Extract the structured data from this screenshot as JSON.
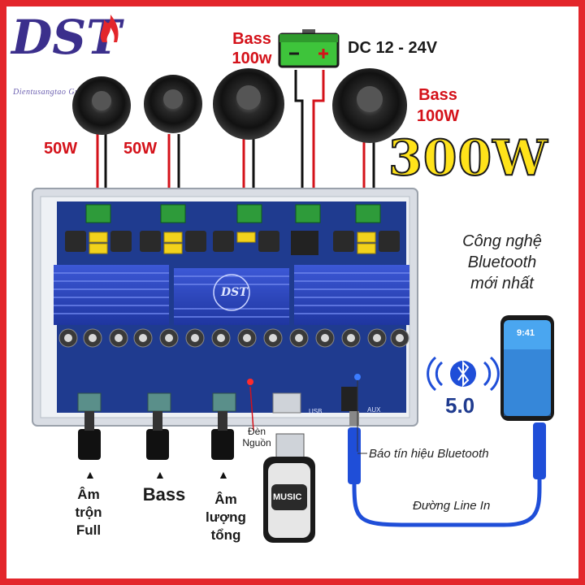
{
  "logo": {
    "letters": "DST",
    "sub": "Dientusangtao Group"
  },
  "speakers": {
    "left1": "50W",
    "left2": "50W",
    "bass_top_line1": "Bass",
    "bass_top_line2": "100w",
    "bass_right_line1": "Bass",
    "bass_right_line2": "100W"
  },
  "power": {
    "label": "DC 12 - 24V",
    "minus": "−",
    "plus": "+"
  },
  "headline": "300W",
  "bluetooth": {
    "feature_line1": "Công nghệ",
    "feature_line2": "Bluetooth",
    "feature_line3": "mới nhất",
    "version": "5.0",
    "signal_label": "Báo tín hiệu Bluetooth"
  },
  "phone": {
    "time": "9:41"
  },
  "board": {
    "brand": "DST",
    "usb": "USB",
    "aux": "AUX"
  },
  "knobs": {
    "k1_line1": "Âm",
    "k1_line2": "trộn",
    "k1_line3": "Full",
    "k2": "Bass",
    "k3_line1": "Âm",
    "k3_line2": "lượng",
    "k3_line3": "tổng",
    "arrow": "▲"
  },
  "power_led": {
    "line1": "Đèn",
    "line2": "Nguồn"
  },
  "dongle": {
    "label": "MUSIC"
  },
  "line_in": "Đường Line In",
  "colors": {
    "border": "#e3262b",
    "heatsink": "#2b44b8",
    "pcb": "#1f3b8f",
    "label_red": "#d4121a",
    "headline_yellow": "#ffe31a",
    "battery_green": "#3ec43b",
    "cable_blue": "#1f4ed8"
  }
}
